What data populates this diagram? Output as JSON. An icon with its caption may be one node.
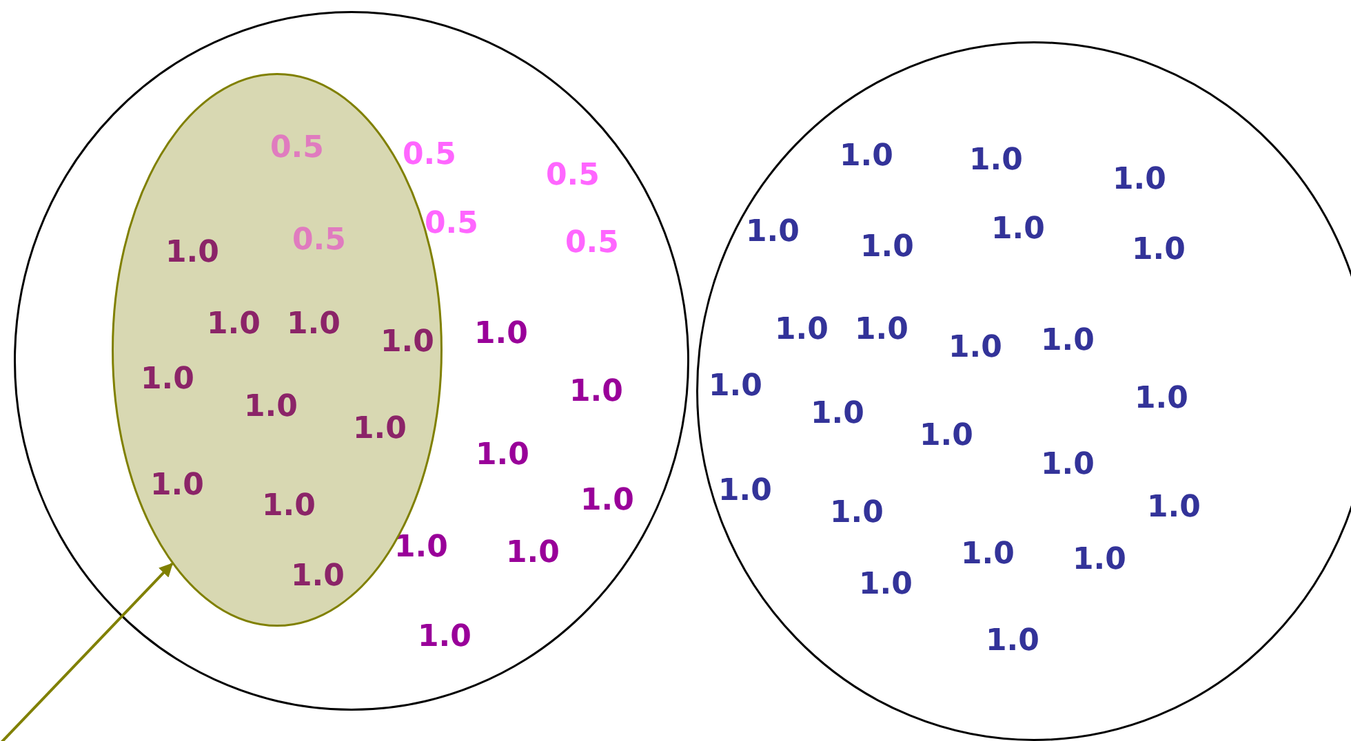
{
  "diagram": {
    "nodes": [
      {
        "text": [
          "0.5",
          "0.5",
          "0.5",
          "0.5",
          "1.0",
          "1.0",
          "1.0",
          "1.0",
          "1.0",
          "1.0",
          "1.0"
        ]
      },
      {
        "text": [
          "0.5",
          "0.5",
          "1.0",
          "1.0",
          "1.0",
          "1.0",
          "1.0",
          "1.0",
          "1.0",
          "1.0",
          "1.0",
          "1.0"
        ],
        "in": 0
      },
      {
        "text": [
          "1.0",
          "1.0",
          "1.0",
          "1.0",
          "1.0",
          "1.0",
          "1.0",
          "1.0",
          "1.0",
          "1.0",
          "1.0",
          "1.0",
          "1.0",
          "1.0",
          "1.0",
          "1.0",
          "1.0",
          "1.0",
          "1.0",
          "1.0",
          "1.0",
          "1.0",
          "1.0"
        ]
      }
    ],
    "edges": [
      {
        "from": null,
        "to": 1,
        "arrow": "to"
      }
    ]
  }
}
